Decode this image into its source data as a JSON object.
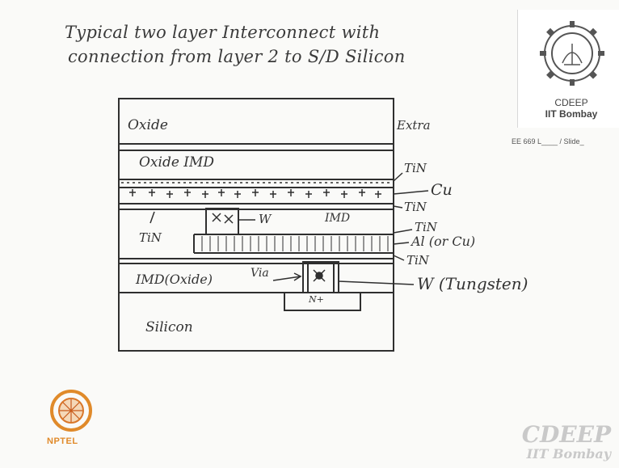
{
  "title_lines": [
    "Typical two layer Interconnect with",
    "connection from layer 2 to S/D Silicon"
  ],
  "diagram": {
    "layer_labels": {
      "oxide_top": "Oxide",
      "extra": "Extra",
      "oxide_imd": "Oxide IMD",
      "tin_left": "TiN",
      "imd_oxide": "IMD(Oxide)",
      "via": "Via",
      "n_plus": "N+",
      "silicon": "Silicon",
      "imd_mid": "IMD",
      "w_small": "W"
    },
    "callouts": {
      "tin_1": "TiN",
      "cu": "Cu",
      "tin_2": "TiN",
      "tin_3": "TiN",
      "al_or_cu": "Al (or Cu)",
      "tin_4": "TiN",
      "w_tungsten": "W (Tungsten)"
    }
  },
  "logo": {
    "name": "CDEEP",
    "institution": "IIT Bombay",
    "slide_ref": "EE 669 L____ / Slide_"
  },
  "watermark": {
    "line1": "CDEEP",
    "line2": "IIT Bombay"
  },
  "nptel": {
    "label": "NPTEL"
  },
  "colors": {
    "ink": "#2f2f2f",
    "paper": "#fafaf8",
    "nptel_orange": "#e08a2a",
    "watermark_grey": "#c9c9c9"
  }
}
